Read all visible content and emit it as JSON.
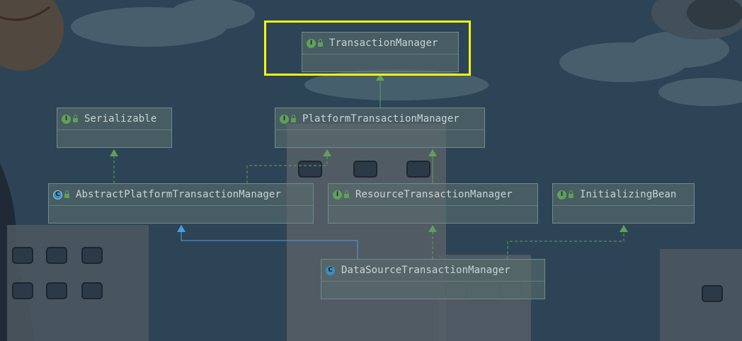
{
  "diagram": {
    "nodes": [
      {
        "id": "TransactionManager",
        "label": "TransactionManager",
        "kind": "interface",
        "badge": "I"
      },
      {
        "id": "Serializable",
        "label": "Serializable",
        "kind": "interface",
        "badge": "I"
      },
      {
        "id": "PlatformTransactionManager",
        "label": "PlatformTransactionManager",
        "kind": "interface",
        "badge": "I"
      },
      {
        "id": "AbstractPlatformTransactionManager",
        "label": "AbstractPlatformTransactionManager",
        "kind": "abstract-class",
        "badge": "C"
      },
      {
        "id": "ResourceTransactionManager",
        "label": "ResourceTransactionManager",
        "kind": "interface",
        "badge": "I"
      },
      {
        "id": "InitializingBean",
        "label": "InitializingBean",
        "kind": "interface",
        "badge": "I"
      },
      {
        "id": "DataSourceTransactionManager",
        "label": "DataSourceTransactionManager",
        "kind": "class",
        "badge": "C"
      }
    ],
    "edges": [
      {
        "from": "PlatformTransactionManager",
        "to": "TransactionManager",
        "type": "extends"
      },
      {
        "from": "AbstractPlatformTransactionManager",
        "to": "Serializable",
        "type": "implements"
      },
      {
        "from": "AbstractPlatformTransactionManager",
        "to": "PlatformTransactionManager",
        "type": "implements"
      },
      {
        "from": "ResourceTransactionManager",
        "to": "PlatformTransactionManager",
        "type": "extends"
      },
      {
        "from": "DataSourceTransactionManager",
        "to": "AbstractPlatformTransactionManager",
        "type": "class-extends"
      },
      {
        "from": "DataSourceTransactionManager",
        "to": "ResourceTransactionManager",
        "type": "implements"
      },
      {
        "from": "DataSourceTransactionManager",
        "to": "InitializingBean",
        "type": "implements"
      }
    ],
    "highlighted": "TransactionManager",
    "colors": {
      "interface_edge": "#5fa05a",
      "class_edge": "#4a9ee6",
      "highlight": "#f5f312",
      "background": "#2d4456"
    }
  }
}
